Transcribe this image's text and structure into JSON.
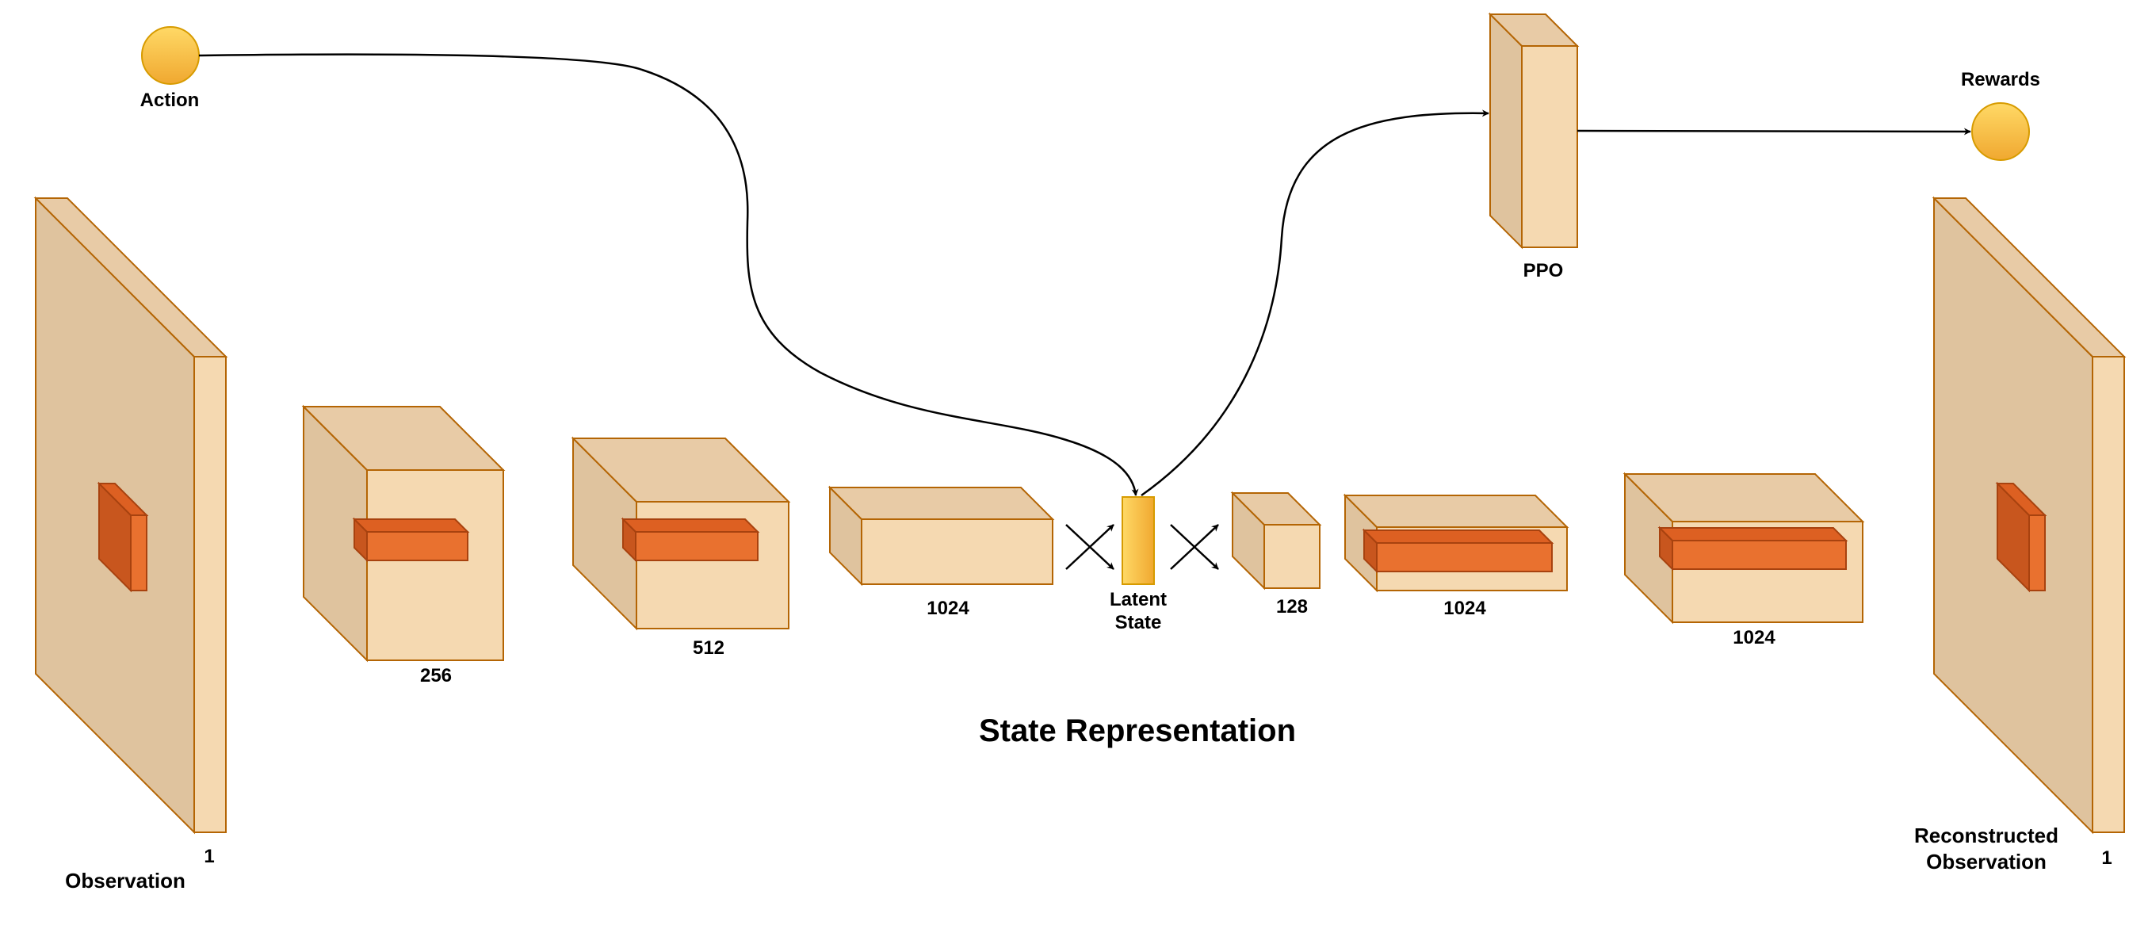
{
  "title": "State Representation",
  "inputs": {
    "action": "Action",
    "rewards": "Rewards"
  },
  "encoder": {
    "observation": "Observation",
    "observation_channels": "1",
    "conv1": "256",
    "conv2": "512",
    "dense": "1024"
  },
  "latent": {
    "line1": "Latent",
    "line2": "State"
  },
  "policy": {
    "label": "PPO"
  },
  "decoder": {
    "dense_small": "128",
    "dense": "1024",
    "deconv": "1024",
    "reconstructed_line1": "Reconstructed",
    "reconstructed_line2": "Observation",
    "reconstructed_channels": "1"
  },
  "colors": {
    "block_front": "#F5D9B1",
    "block_side": "#DFC39E",
    "block_stroke": "#B46504",
    "kernel": "#E9712F",
    "node_fill": "#F5B73B",
    "node_stroke": "#D79B00"
  }
}
